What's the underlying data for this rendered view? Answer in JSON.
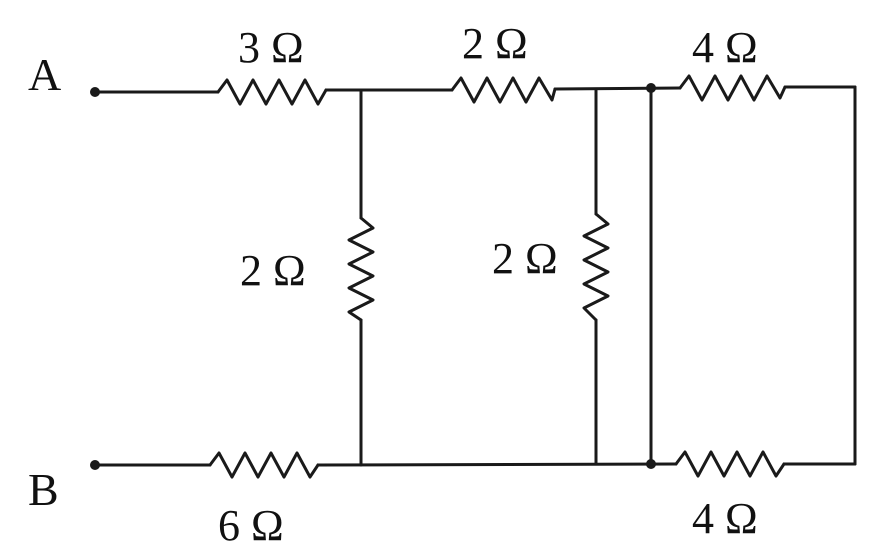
{
  "nodes": {
    "a": "A",
    "b": "B"
  },
  "resistors": {
    "top_left": "3 Ω",
    "top_middle": "2 Ω",
    "top_right": "4 Ω",
    "vertical_left": "2 Ω",
    "vertical_middle": "2 Ω",
    "bottom_left": "6 Ω",
    "bottom_right": "4 Ω"
  }
}
